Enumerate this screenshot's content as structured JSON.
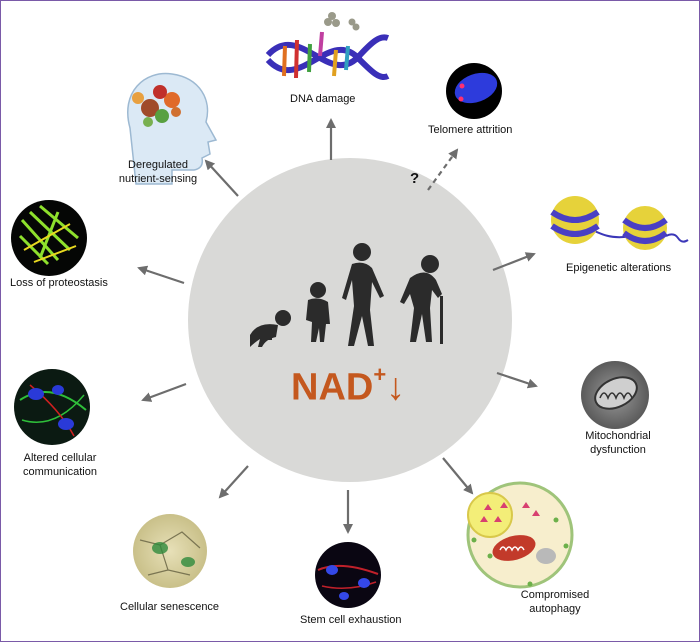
{
  "center": {
    "text_main": "NAD",
    "text_sup": "+",
    "text_arrow": "↓",
    "color": "#c4581e",
    "circle_color": "#d9d9d7"
  },
  "uncertain_marker": "?",
  "hallmarks": [
    {
      "id": "dna-damage",
      "label": "DNA damage"
    },
    {
      "id": "telomere-attrition",
      "label": "Telomere attrition"
    },
    {
      "id": "epigenetic-alterations",
      "label": "Epigenetic alterations"
    },
    {
      "id": "mitochondrial-dysfunction",
      "label_line1": "Mitochondrial",
      "label_line2": "dysfunction"
    },
    {
      "id": "compromised-autophagy",
      "label_line1": "Compromised",
      "label_line2": "autophagy"
    },
    {
      "id": "stem-cell-exhaustion",
      "label": "Stem cell exhaustion"
    },
    {
      "id": "cellular-senescence",
      "label": "Cellular senescence"
    },
    {
      "id": "altered-cellular-communication",
      "label_line1": "Altered cellular",
      "label_line2": "communication"
    },
    {
      "id": "loss-of-proteostasis",
      "label": "Loss of proteostasis"
    },
    {
      "id": "deregulated-nutrient-sensing",
      "label_line1": "Deregulated",
      "label_line2": "nutrient-sensing"
    }
  ],
  "colors": {
    "arrow": "#6d6d6d",
    "silhouette": "#2b2b2b",
    "frame": "#7a5aa8"
  }
}
